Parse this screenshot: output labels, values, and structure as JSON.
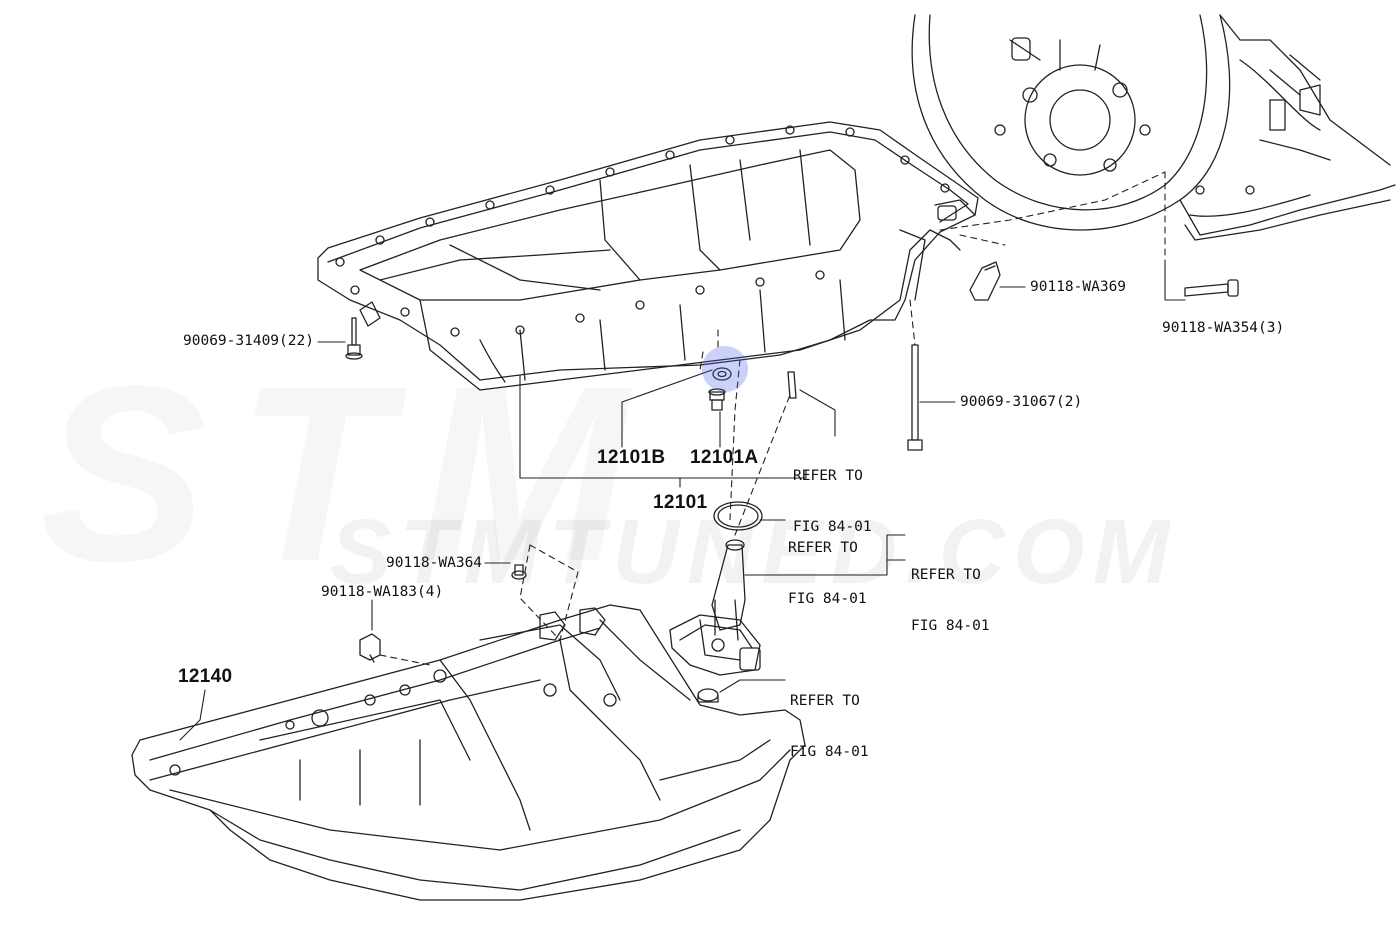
{
  "watermark": {
    "big": "STM",
    "text": "STMTUNED.COM"
  },
  "labels": {
    "bolt_pan_top": "90069-31409(22)",
    "bolt_wa369": "90118-WA369",
    "bolt_wa354": "90118-WA354(3)",
    "bolt_31067": "90069-31067(2)",
    "part_12101B": "12101B",
    "part_12101A": "12101A",
    "part_12101": "12101",
    "refer_drain_l1": "REFER TO",
    "refer_drain_l2": "FIG 84-01",
    "refer_oring_l1": "REFER TO",
    "refer_oring_l2": "FIG 84-01",
    "refer_strainer_l1": "REFER TO",
    "refer_strainer_l2": "FIG 84-01",
    "refer_nut_l1": "REFER TO",
    "refer_nut_l2": "FIG 84-01",
    "bolt_wa364": "90118-WA364",
    "bolt_wa183": "90118-WA183(4)",
    "part_12140": "12140"
  },
  "highlight": {
    "color": "#5a6ee6"
  }
}
